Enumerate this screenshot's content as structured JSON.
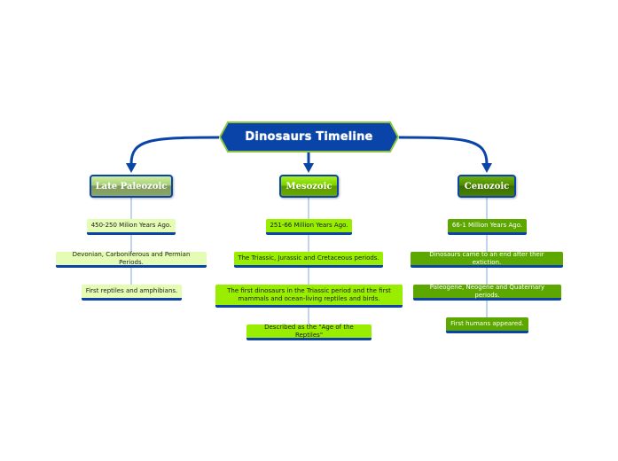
{
  "root": {
    "title": "Dinosaurs Timeline"
  },
  "branches": [
    {
      "label": "Late Paleozoic",
      "items": [
        "450-250 Milion Years Ago.",
        "Devonian, Carboniferous and Permian Periods.",
        "First reptiles and amphibians."
      ]
    },
    {
      "label": "Mesozoic",
      "items": [
        "251-66 Million Years Ago.",
        "The Triassic, Jurassic and Cretaceous periods.",
        "The first dinosaurs in the Triassic period and the first mammals and ocean-living reptiles and birds.",
        "Described as the \"Age of the Reptiles\""
      ]
    },
    {
      "label": "Cenozoic",
      "items": [
        "66-1 Million Years Ago.",
        "Dinosaurs came to an end after their extiction.",
        "Paleogene, Neogene and Quaternary periods.",
        "First humans appeared."
      ]
    }
  ],
  "colors": {
    "root": "#0a44a8",
    "border": "#8cc63f",
    "paleozoic": "#e4fcb4",
    "mesozoic": "#99ee00",
    "cenozoic": "#5da800"
  }
}
